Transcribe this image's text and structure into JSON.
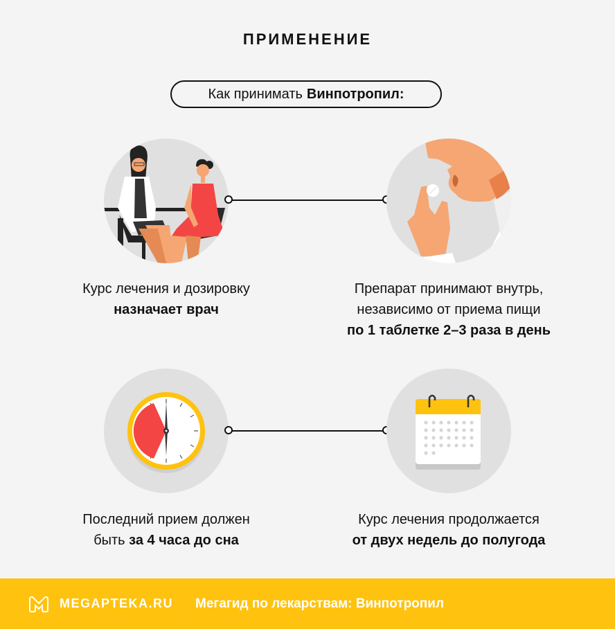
{
  "header": {
    "title": "ПРИМЕНЕНИЕ",
    "subtitle_prefix": "Как принимать",
    "subtitle_drug": "Винпотропил:"
  },
  "steps": [
    {
      "icon": "doctor-consultation-icon",
      "line1": "Курс лечения и дозировку",
      "line2_bold": "назначает врач"
    },
    {
      "icon": "pill-in-hand-icon",
      "line1": "Препарат принимают внутрь,",
      "line2": "независимо от приема пищи",
      "line3_bold": "по 1 таблетке 2–3 раза в день"
    },
    {
      "icon": "clock-icon",
      "line1": "Последний прием должен",
      "line2_prefix": "быть",
      "line2_bold": "за 4 часа до сна"
    },
    {
      "icon": "calendar-icon",
      "line1": "Курс лечения продолжается",
      "line2_bold": "от двух недель до полугода"
    }
  ],
  "footer": {
    "brand": "MEGAPTEKA.RU",
    "text": "Мегагид по лекарствам: Винпотропил"
  },
  "colors": {
    "background": "#f4f4f4",
    "circle": "#e0e0e0",
    "accent_yellow": "#ffc20e",
    "accent_red": "#f44545",
    "skin": "#f5a673"
  }
}
